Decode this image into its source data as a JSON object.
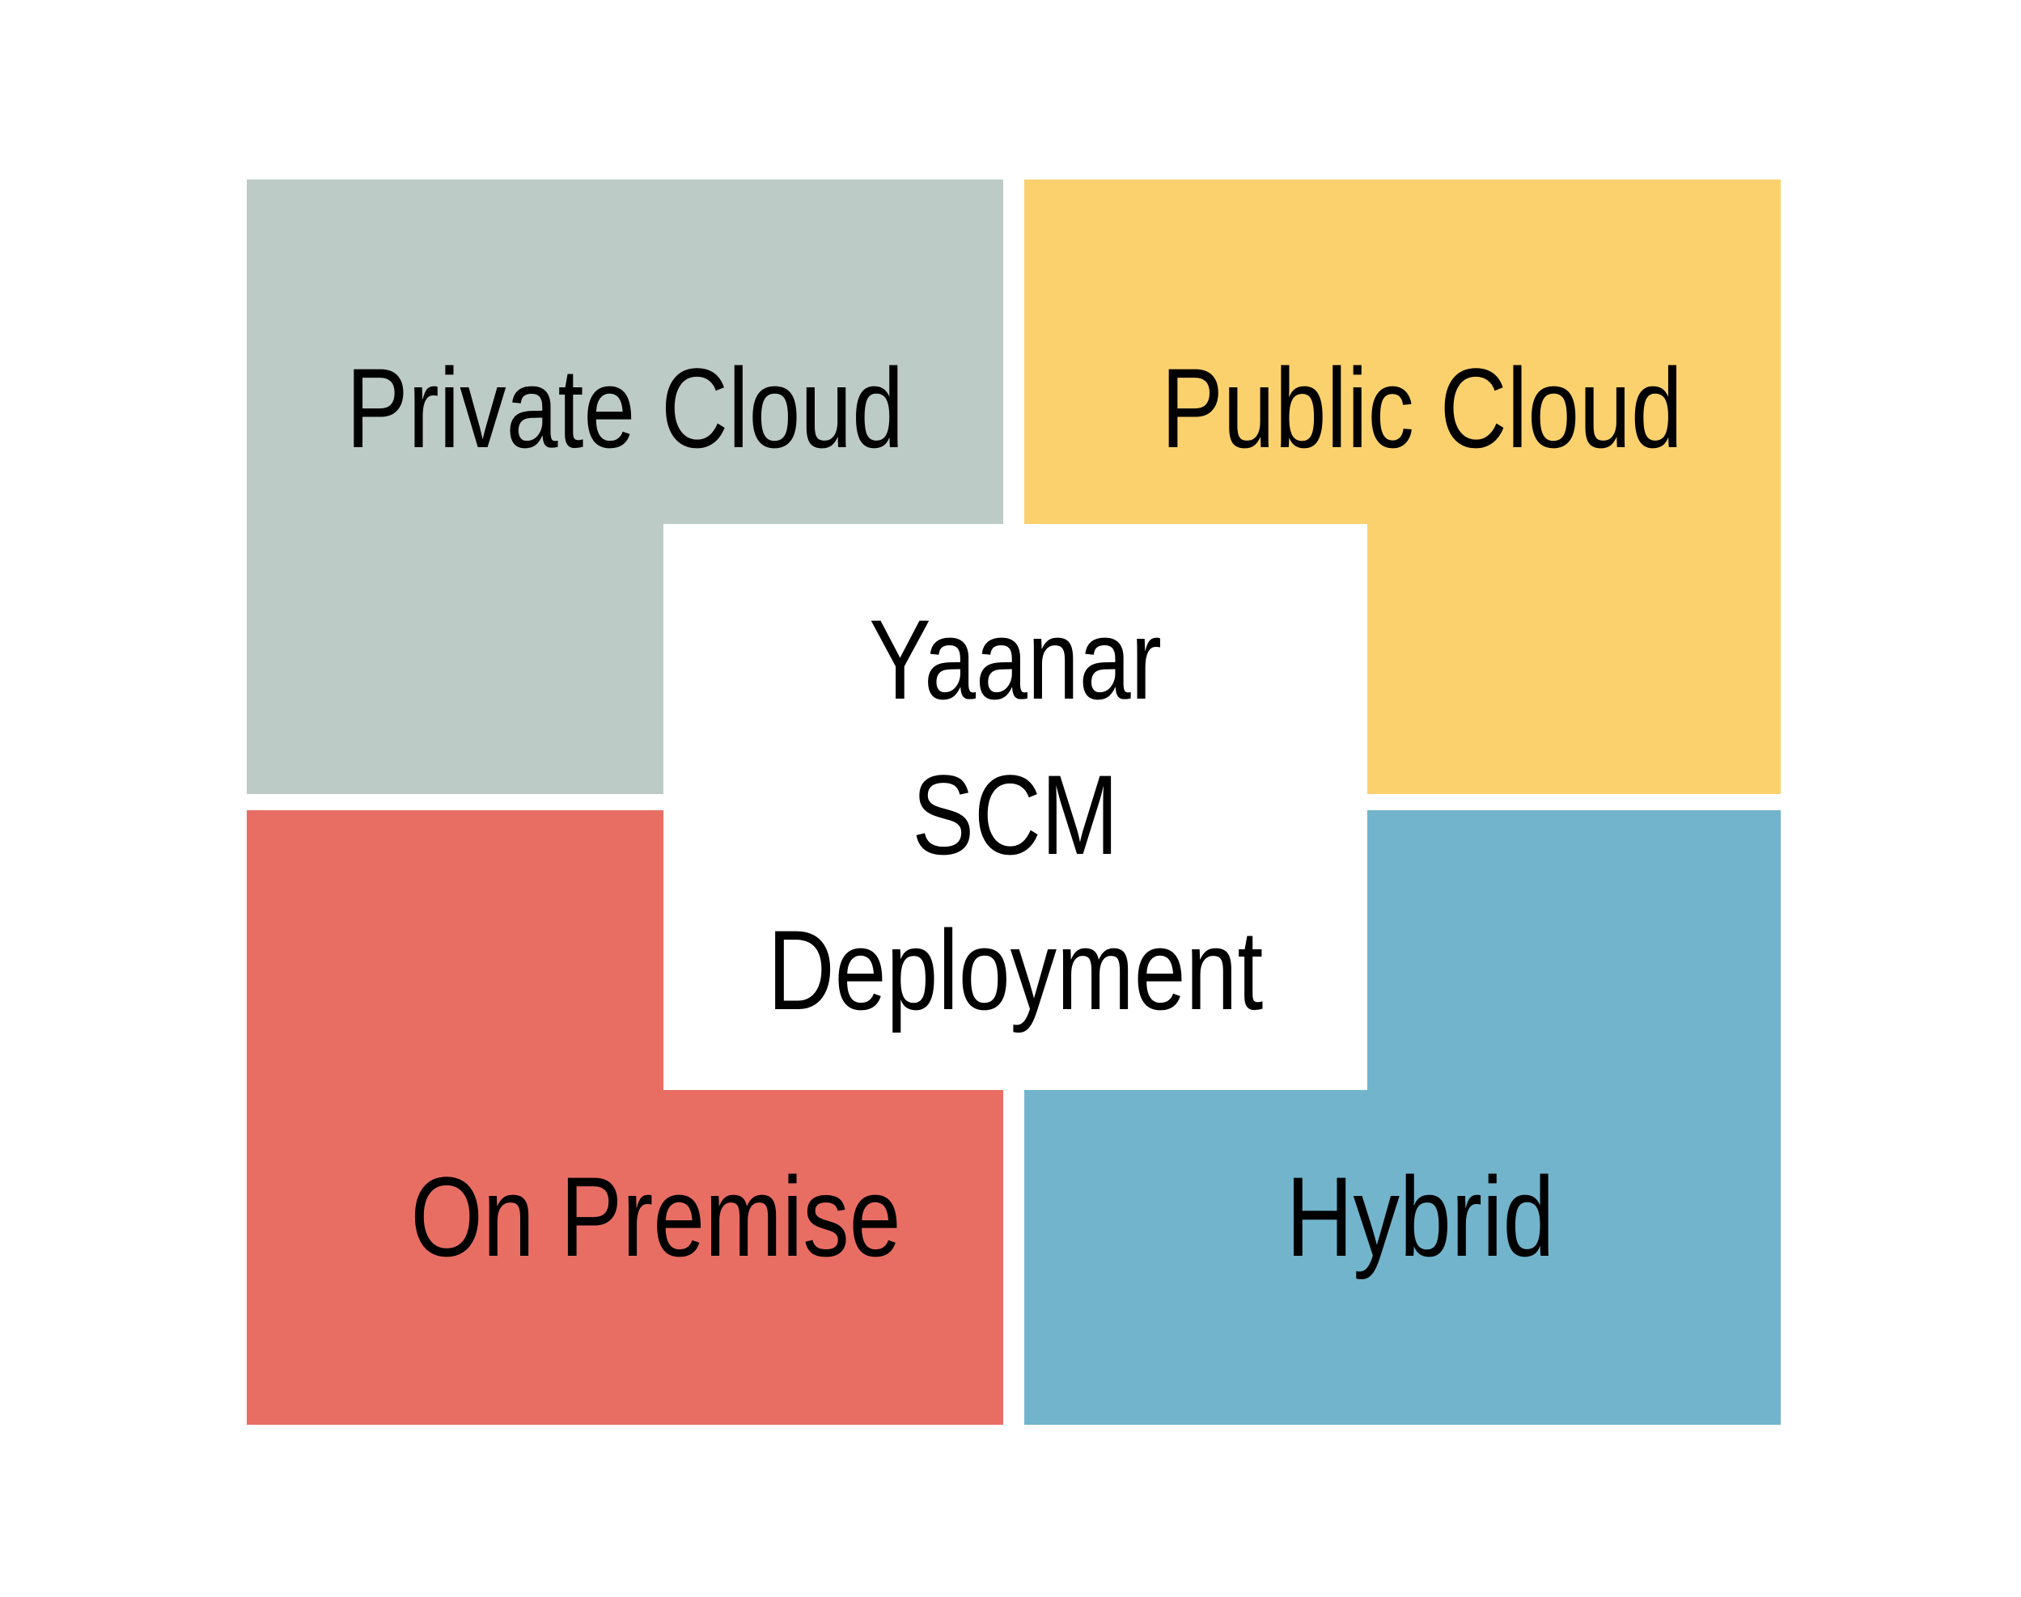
{
  "diagram": {
    "quadrants": [
      {
        "id": "private",
        "label": "Private Cloud",
        "color": "#bccbc5"
      },
      {
        "id": "public",
        "label": "Public Cloud",
        "color": "#fbd16e"
      },
      {
        "id": "onprem",
        "label": "On Premise",
        "color": "#e86e64"
      },
      {
        "id": "hybrid",
        "label": "Hybrid",
        "color": "#72b4cc"
      }
    ],
    "center": {
      "lines": [
        "Yaanar",
        "SCM",
        "Deployment"
      ],
      "color": "#ffffff"
    }
  }
}
